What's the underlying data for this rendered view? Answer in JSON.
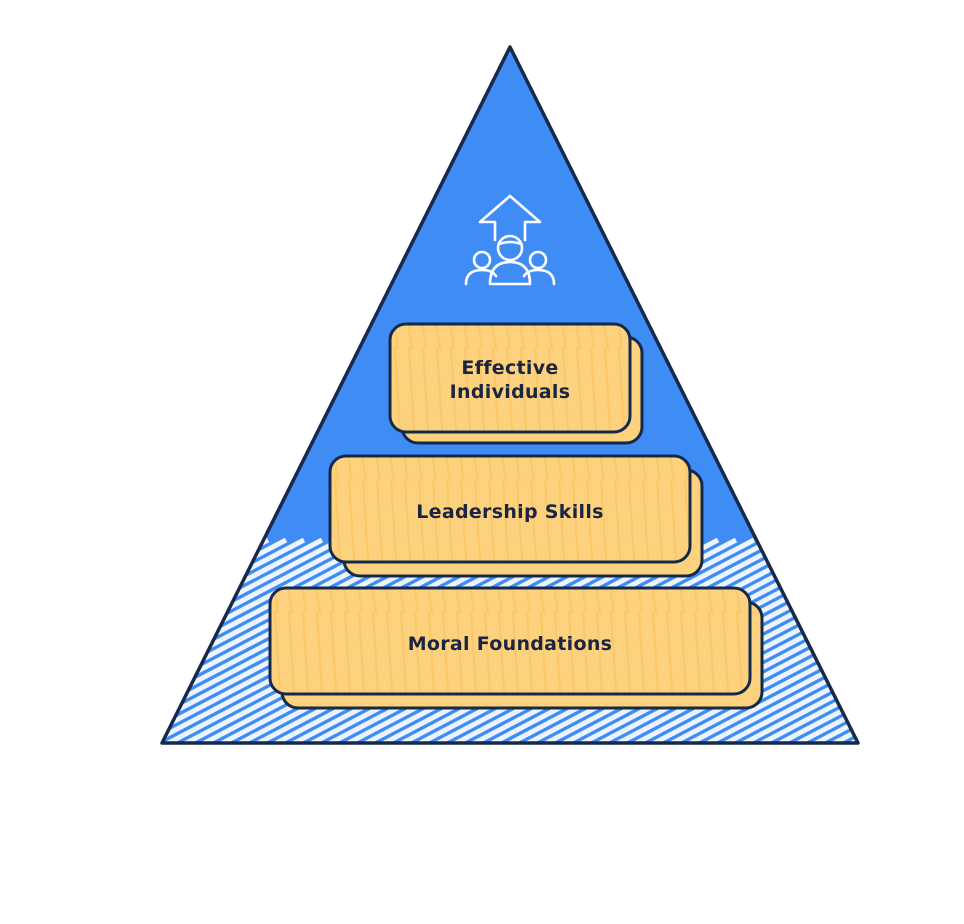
{
  "diagram": {
    "type": "pyramid",
    "colors": {
      "pyramid_fill": "#3f8cf5",
      "tier_fill": "#fdd27e",
      "outline": "#15294a",
      "icon_stroke": "#ffffff"
    },
    "icon": "people-growth-icon",
    "tiers": [
      {
        "label_line1": "Effective",
        "label_line2": "Individuals"
      },
      {
        "label": "Leadership Skills"
      },
      {
        "label": "Moral Foundations"
      }
    ]
  }
}
